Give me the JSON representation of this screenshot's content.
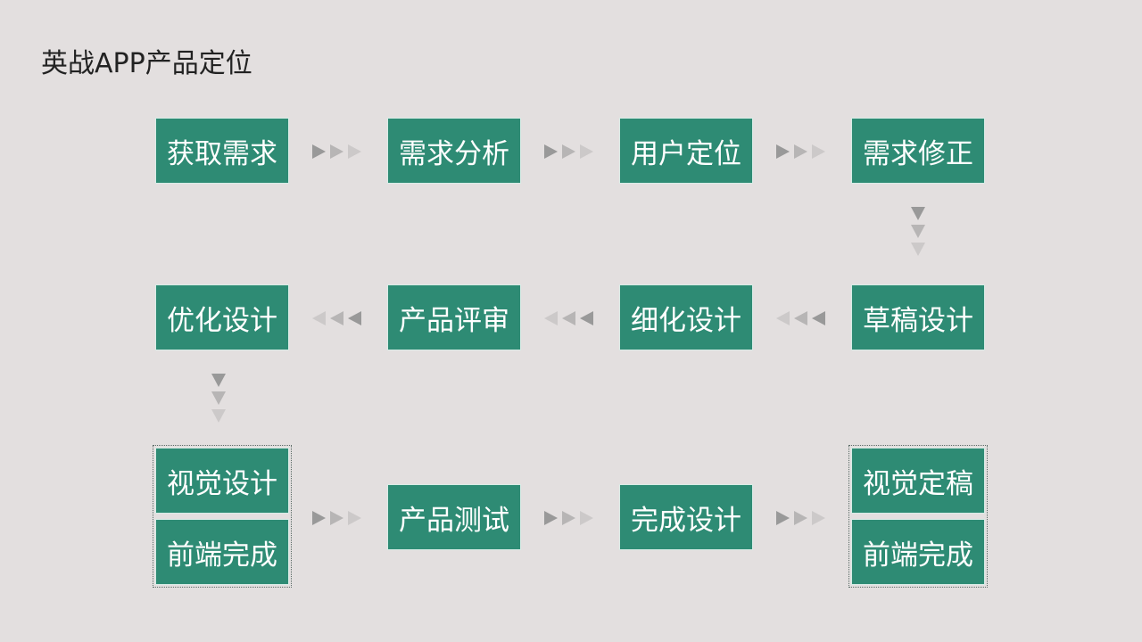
{
  "title": "英战APP产品定位",
  "row1": {
    "step1": "获取需求",
    "step2": "需求分析",
    "step3": "用户定位",
    "step4": "需求修正"
  },
  "row2": {
    "step1": "草稿设计",
    "step2": "细化设计",
    "step3": "产品评审",
    "step4": "优化设计"
  },
  "row3": {
    "group1": {
      "top": "视觉设计",
      "bottom": "前端完成"
    },
    "step2": "产品测试",
    "step3": "完成设计",
    "group4": {
      "top": "视觉定稿",
      "bottom": "前端完成"
    }
  },
  "colors": {
    "box": "#2e8b74",
    "background": "#e3dfdf",
    "arrow": "#999999"
  }
}
